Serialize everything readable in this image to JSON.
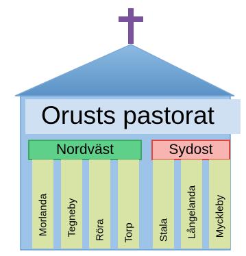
{
  "title": "Orusts pastorat",
  "sections": [
    {
      "name": "Nordväst",
      "color": "#5fd08a",
      "border": "#3aaa5f"
    },
    {
      "name": "Sydost",
      "color": "#f8b4b0",
      "border": "#e0453d"
    }
  ],
  "parishes": [
    "Morlanda",
    "Tegneby",
    "Röra",
    "Torp",
    "Stala",
    "Långelanda",
    "Myckleby"
  ],
  "colors": {
    "cross": "#7a519c",
    "roof_top": "#7fb0d9",
    "roof_bottom": "#5d93c6",
    "wall": "#9ec3e8",
    "wall_border": "#6a9ed0",
    "banner": "#cfe0f3",
    "column": "#d7e4a6"
  }
}
